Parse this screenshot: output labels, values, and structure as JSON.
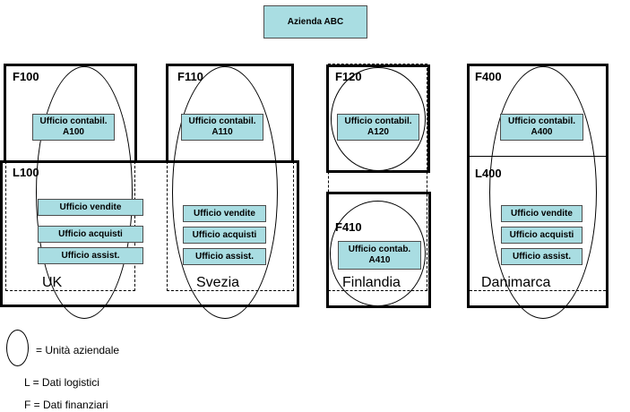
{
  "company": "Azienda ABC",
  "codes": {
    "F100": "F100",
    "F110": "F110",
    "F120": "F120",
    "F400": "F400",
    "L100": "L100",
    "L400": "L400",
    "F410": "F410"
  },
  "offices": {
    "uk_finance": "Ufficio contabil. A100",
    "se_finance": "Ufficio contabil. A110",
    "fi_finance": "Ufficio contabil. A120",
    "dk_finance": "Ufficio contabil. A400",
    "fi_finance2": "Ufficio contab. A410",
    "sales": "Ufficio vendite",
    "purchasing": "Ufficio acquisti",
    "assistance": "Ufficio assist."
  },
  "countries": {
    "uk": "UK",
    "se": "Svezia",
    "fi": "Finlandia",
    "dk": "Danimarca"
  },
  "legend": {
    "unit": "= Unità aziendale",
    "logistics": "L = Dati logistici",
    "finance": "F = Dati finanziari"
  },
  "colors": {
    "box_fill": "#a9dde2"
  }
}
